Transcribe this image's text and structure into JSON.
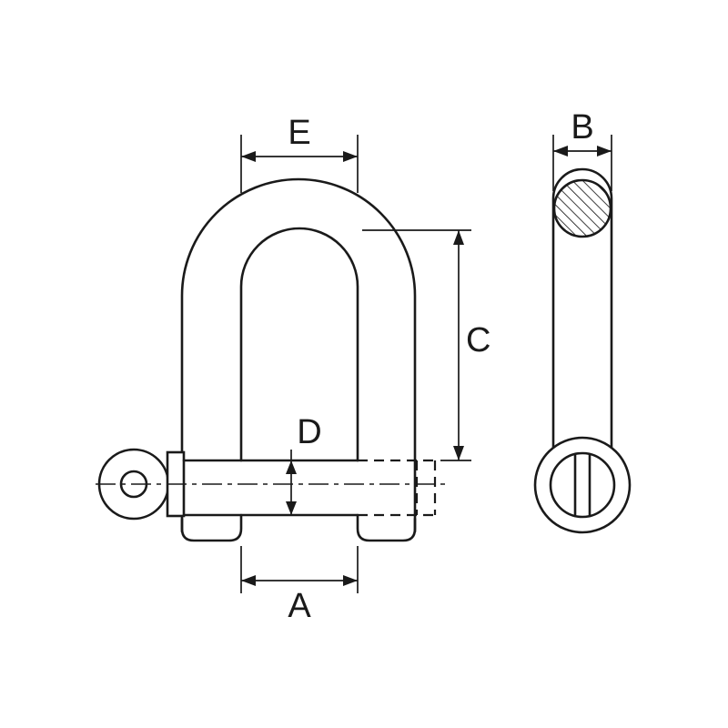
{
  "colors": {
    "background": "#ffffff",
    "line": "#1a1a1a"
  },
  "dimension_labels": {
    "A": "A",
    "B": "B",
    "C": "C",
    "D": "D",
    "E": "E"
  }
}
